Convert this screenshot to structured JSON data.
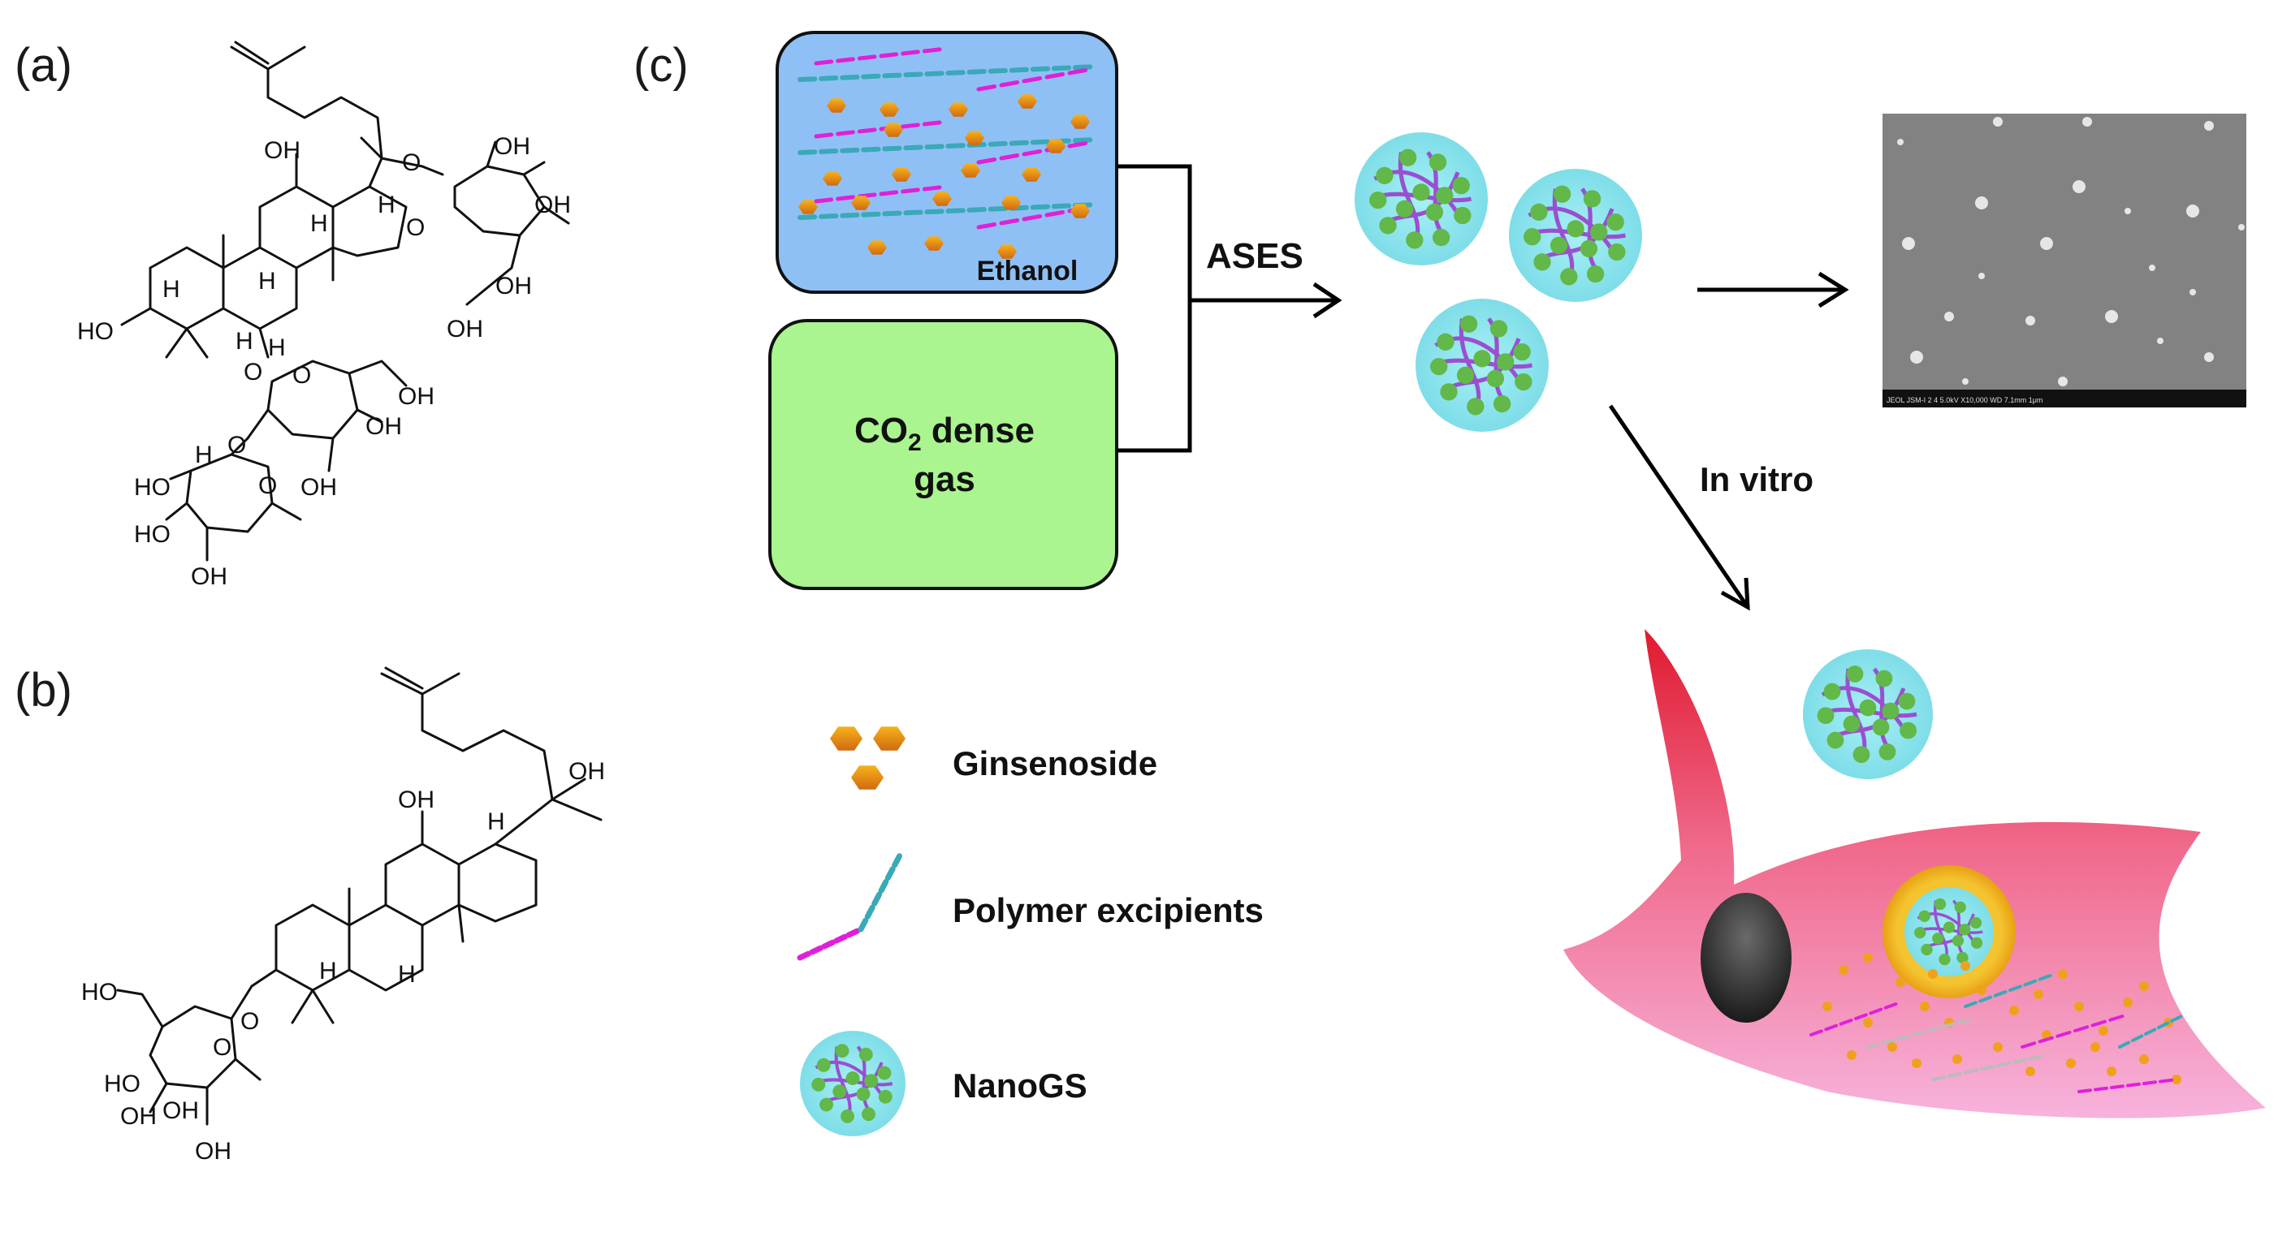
{
  "panels": {
    "a": "(a)",
    "b": "(b)",
    "c": "(c)"
  },
  "molecule_a": {
    "labels": {
      "oh_top1": "OH",
      "oh_top2": "OH",
      "oh_top3": "OH",
      "oh_top4": "OH",
      "oh_top5": "OH",
      "o_link1": "O",
      "o_ring1": "O",
      "h1": "H",
      "h2": "H",
      "h3": "H",
      "h4": "H",
      "h5": "H",
      "ho_left": "HO",
      "o_link2": "O",
      "h6": "H",
      "o_ring2": "O",
      "oh_mid1": "OH",
      "oh_mid2": "OH",
      "oh_mid3": "OH",
      "o_link3": "O",
      "h7": "H",
      "ho_bot1": "HO",
      "o_ring3": "O",
      "ho_bot2": "HO",
      "oh_bot": "OH"
    }
  },
  "molecule_b": {
    "labels": {
      "oh_1": "OH",
      "oh_2": "OH",
      "h_1": "H",
      "h_2": "H",
      "h_3": "H",
      "ho_1": "HO",
      "o_1": "O",
      "o_2": "O",
      "oh_3": "OH",
      "ho_2": "HO",
      "oh_4": "OH",
      "oh_5": "OH"
    }
  },
  "process": {
    "solvent_label": "Ethanol",
    "gas_label_line1": "CO",
    "gas_label_sub": "2",
    "gas_label_rest": " dense",
    "gas_label_line2": "gas",
    "method_label": "ASES",
    "in_vitro_label": "In vitro",
    "sem_scale_text": "JEOL  JSM-I  2        4      5.0kV   X10,000   WD 7.1mm       1μm"
  },
  "legend": {
    "items": [
      {
        "label": "Ginsenoside"
      },
      {
        "label": "Polymer excipients"
      },
      {
        "label": "NanoGS"
      }
    ]
  },
  "colors": {
    "solvent_box": "#8fc0f5",
    "gas_box": "#aaf58f",
    "hexagon": "#f0a11c",
    "polymer_pink": "#e020d8",
    "polymer_teal": "#3aa9b8",
    "nanoparticle": "#8de7ef",
    "nanoparticle_dot": "#62b848",
    "network": "#9a4fd0",
    "cell_top": "#e0223a",
    "cell_bottom": "#f5a7d6",
    "nucleus": "#333333",
    "vesicle": "#f2b51c"
  }
}
